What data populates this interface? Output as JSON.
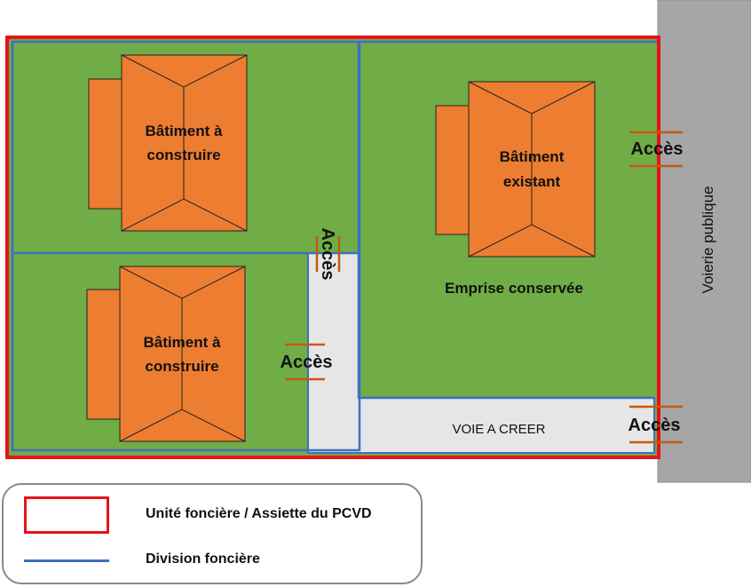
{
  "colors": {
    "grass": "#70ad47",
    "building": "#ed7d31",
    "unit_border": "#e8121a",
    "division": "#3f6fc3",
    "road": "#a6a6a6",
    "new_road": "#e6e6e6",
    "access_marker": "#c55a11"
  },
  "labels": {
    "building_new_1": [
      "Bâtiment à",
      "construire"
    ],
    "building_new_2": [
      "Bâtiment à",
      "construire"
    ],
    "building_existing": [
      "Bâtiment",
      "existant"
    ],
    "kept_area": "Emprise conservée",
    "new_road": "VOIE A CREER",
    "public_road": "Voierie publique",
    "access_right": "Accès",
    "access_vertical": "Accès",
    "access_lower_left": "Accès",
    "access_bottom": "Accès"
  },
  "legend": {
    "unit_label": "Unité foncière / Assiette du PCVD",
    "division_label": "Division foncière"
  }
}
